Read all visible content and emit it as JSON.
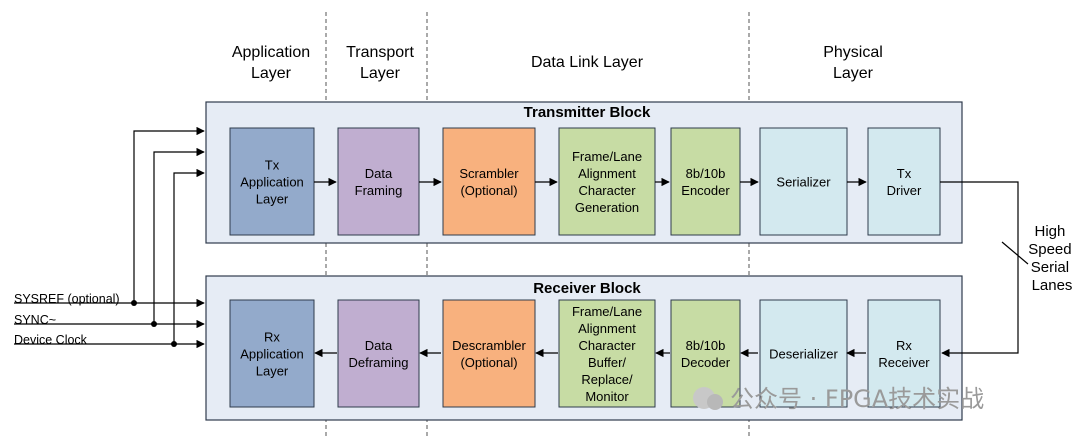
{
  "layers": [
    {
      "id": "app",
      "lines": [
        "Application",
        "Layer"
      ]
    },
    {
      "id": "transport",
      "lines": [
        "Transport",
        "Layer"
      ]
    },
    {
      "id": "datalink",
      "lines": [
        "Data Link Layer"
      ]
    },
    {
      "id": "physical",
      "lines": [
        "Physical",
        "Layer"
      ]
    }
  ],
  "transmitter": {
    "title": "Transmitter Block",
    "boxes": [
      {
        "id": "tx-app",
        "lines": [
          "Tx",
          "Application",
          "Layer"
        ],
        "color": "#93aacb"
      },
      {
        "id": "data-framing",
        "lines": [
          "Data",
          "Framing"
        ],
        "color": "#c0aed0"
      },
      {
        "id": "scrambler",
        "lines": [
          "Scrambler",
          "(Optional)"
        ],
        "color": "#f8b17e"
      },
      {
        "id": "frame-lane-gen",
        "lines": [
          "Frame/Lane",
          "Alignment",
          "Character",
          "Generation"
        ],
        "color": "#c7dca4"
      },
      {
        "id": "encoder",
        "lines": [
          "8b/10b",
          "Encoder"
        ],
        "color": "#c7dca4"
      },
      {
        "id": "serializer",
        "lines": [
          "Serializer"
        ],
        "color": "#d3e9ef"
      },
      {
        "id": "tx-driver",
        "lines": [
          "Tx",
          "Driver"
        ],
        "color": "#d3e9ef"
      }
    ]
  },
  "receiver": {
    "title": "Receiver Block",
    "boxes": [
      {
        "id": "rx-app",
        "lines": [
          "Rx",
          "Application",
          "Layer"
        ],
        "color": "#93aacb"
      },
      {
        "id": "data-deframing",
        "lines": [
          "Data",
          "Deframing"
        ],
        "color": "#c0aed0"
      },
      {
        "id": "descrambler",
        "lines": [
          "Descrambler",
          "(Optional)"
        ],
        "color": "#f8b17e"
      },
      {
        "id": "frame-lane-mon",
        "lines": [
          "Frame/Lane",
          "Alignment",
          "Character",
          "Buffer/",
          "Replace/",
          "Monitor"
        ],
        "color": "#c7dca4"
      },
      {
        "id": "decoder",
        "lines": [
          "8b/10b",
          "Decoder"
        ],
        "color": "#c7dca4"
      },
      {
        "id": "deserializer",
        "lines": [
          "Deserializer"
        ],
        "color": "#d3e9ef"
      },
      {
        "id": "rx-receiver",
        "lines": [
          "Rx",
          "Receiver"
        ],
        "color": "#d3e9ef"
      }
    ]
  },
  "signals": [
    "SYSREF (optional)",
    "SYNC~",
    "Device Clock"
  ],
  "lanes_label": [
    "High",
    "Speed",
    "Serial",
    "Lanes"
  ],
  "watermark": "公众号 · FPGA技术实战",
  "colors": {
    "block_fill": "#e6ecf5",
    "block_stroke": "#2f3b4c"
  }
}
